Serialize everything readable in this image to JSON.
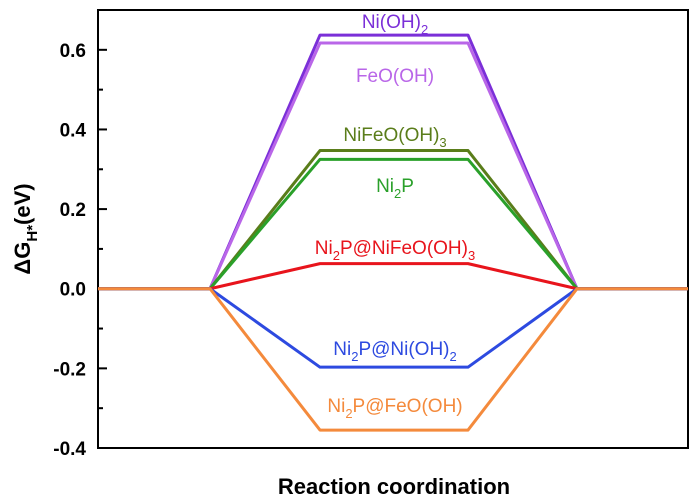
{
  "chart_data": {
    "type": "line",
    "xlabel": "Reaction coordination",
    "ylabel": {
      "prefix": "ΔG",
      "sub": "H*",
      "suffix": "(eV)"
    },
    "ylim": [
      -0.4,
      0.7
    ],
    "y_ticks": [
      "-0.4",
      "-0.2",
      "0.0",
      "0.2",
      "0.4",
      "0.6"
    ],
    "grid": false,
    "series": [
      {
        "name": "Ni(OH)2",
        "label_parts": [
          "Ni(OH)",
          "2",
          ""
        ],
        "color": "#7b2fd8",
        "value": 0.637
      },
      {
        "name": "FeO(OH)",
        "label_parts": [
          "FeO(OH)",
          "",
          ""
        ],
        "color": "#b966e8",
        "value": 0.617
      },
      {
        "name": "NiFeO(OH)3",
        "label_parts": [
          "NiFeO(OH)",
          "3",
          ""
        ],
        "color": "#5a7d1a",
        "value": 0.347
      },
      {
        "name": "Ni2P",
        "label_parts": [
          "Ni",
          "2",
          "P"
        ],
        "color": "#2aa02a",
        "value": 0.325
      },
      {
        "name": "Ni2P@NiFeO(OH)3",
        "label_parts": [
          "Ni",
          "2",
          "P@NiFeO(OH)",
          "3"
        ],
        "color": "#e8141c",
        "value": 0.063
      },
      {
        "name": "Ni2P@Ni(OH)2",
        "label_parts": [
          "Ni",
          "2",
          "P@Ni(OH)",
          "2"
        ],
        "color": "#2d4ae0",
        "value": -0.197
      },
      {
        "name": "Ni2P@FeO(OH)",
        "label_parts": [
          "Ni",
          "2",
          "P@FeO(OH)"
        ],
        "color": "#f48a3c",
        "value": -0.355
      }
    ]
  }
}
